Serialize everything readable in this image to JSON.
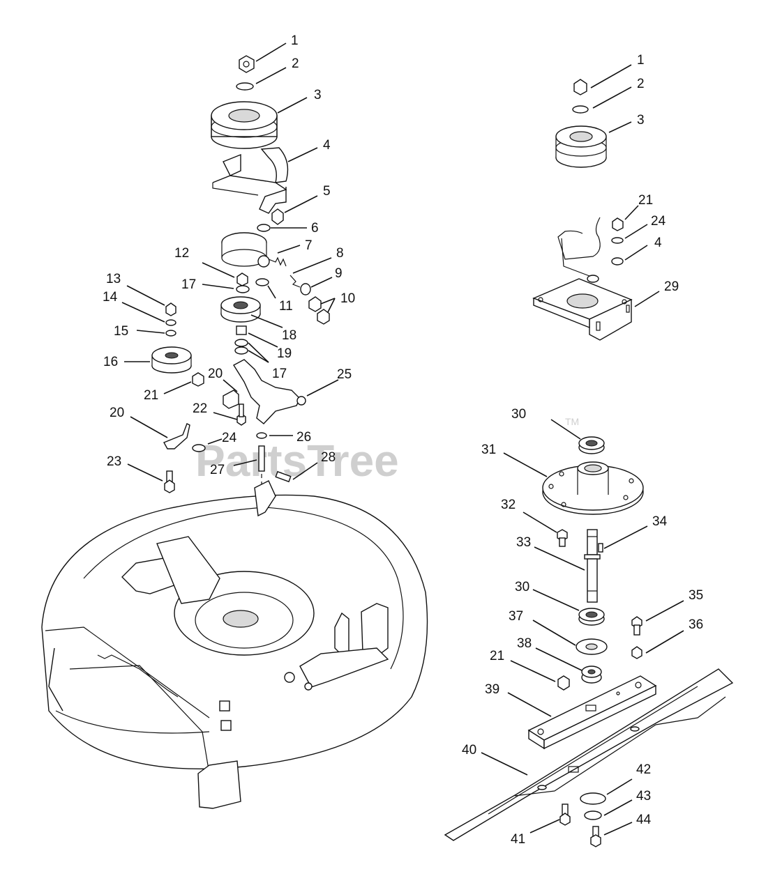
{
  "watermark": {
    "text": "PartsTree",
    "trademark": "TM"
  },
  "callouts_left": [
    "1",
    "2",
    "3",
    "4",
    "5",
    "6",
    "7",
    "8",
    "9",
    "10",
    "11",
    "12",
    "13",
    "14",
    "15",
    "16",
    "17",
    "17",
    "18",
    "19",
    "20",
    "20",
    "21",
    "22",
    "23",
    "24",
    "25",
    "26",
    "27",
    "28"
  ],
  "callouts_right_top": [
    "1",
    "2",
    "3",
    "21",
    "24",
    "4",
    "29"
  ],
  "callouts_right_bottom": [
    "30",
    "31",
    "32",
    "33",
    "34",
    "30",
    "35",
    "36",
    "37",
    "38",
    "21",
    "39",
    "40",
    "41",
    "42",
    "43",
    "44"
  ]
}
